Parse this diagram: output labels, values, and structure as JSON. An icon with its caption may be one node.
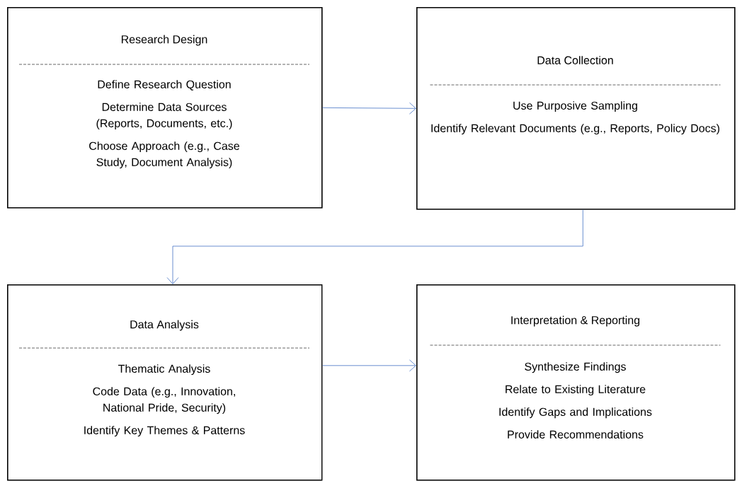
{
  "diagram": {
    "nodes": [
      {
        "text": [
          "Research Design",
          "Define Research Question",
          "Determine Data Sources (Reports, Documents, etc.)",
          "Choose Approach (e.g., Case Study, Document Analysis)"
        ]
      },
      {
        "text": [
          "Data Collection",
          "Use Purposive Sampling",
          "Identify Relevant Documents (e.g., Reports, Policy Docs)"
        ]
      },
      {
        "text": [
          "Data Analysis",
          "Thematic Analysis",
          "Code Data (e.g., Innovation, National Pride, Security)",
          "Identify Key Themes & Patterns"
        ]
      },
      {
        "text": [
          "Interpretation & Reporting",
          "Synthesize Findings",
          "Relate to Existing Literature",
          "Identify Gaps and Implications",
          "Provide Recommendations"
        ]
      }
    ],
    "edges": [
      {
        "from": 0,
        "to": 1,
        "arrow": "to"
      },
      {
        "from": 1,
        "to": 2,
        "arrow": "to"
      },
      {
        "from": 2,
        "to": 3,
        "arrow": "to"
      }
    ]
  }
}
